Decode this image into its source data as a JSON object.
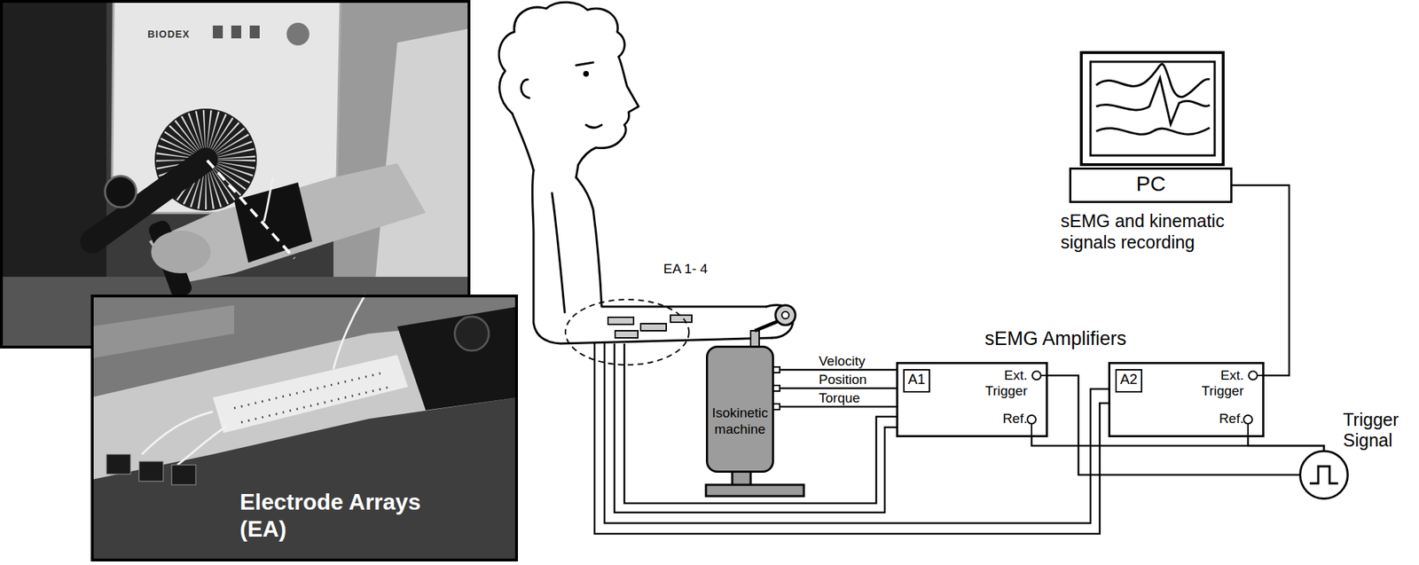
{
  "diagram": {
    "nodes": [
      {
        "text": [
          "Isokinetic machine"
        ]
      },
      {
        "text": [
          "Ext. Trigger",
          "Ref."
        ]
      },
      {
        "text": [
          "A1"
        ],
        "in": 1
      },
      {
        "text": [
          "Ext. Trigger",
          "Ref."
        ]
      },
      {
        "text": [
          "A2"
        ],
        "in": 3
      },
      {
        "text": [
          "PC"
        ]
      },
      {
        "text": [
          "Trigger Signal"
        ]
      }
    ],
    "edges": [
      {
        "from": 0,
        "to": 1,
        "label": "Velocity",
        "arrow": "none"
      },
      {
        "from": 0,
        "to": 1,
        "label": "Position",
        "arrow": "none"
      },
      {
        "from": 0,
        "to": 1,
        "label": "Torque",
        "arrow": "none"
      },
      {
        "from": 3,
        "to": 5,
        "arrow": "none"
      },
      {
        "from": 1,
        "to": 6,
        "arrow": "none"
      },
      {
        "from": 1,
        "to": 6,
        "arrow": "none"
      },
      {
        "from": 3,
        "to": 6,
        "arrow": "none"
      }
    ],
    "labels": [
      "BIODEX",
      "Electrode Arrays (EA)",
      "EA 1- 4",
      "sEMG Amplifiers",
      "sEMG and kinematic signals recording"
    ]
  }
}
